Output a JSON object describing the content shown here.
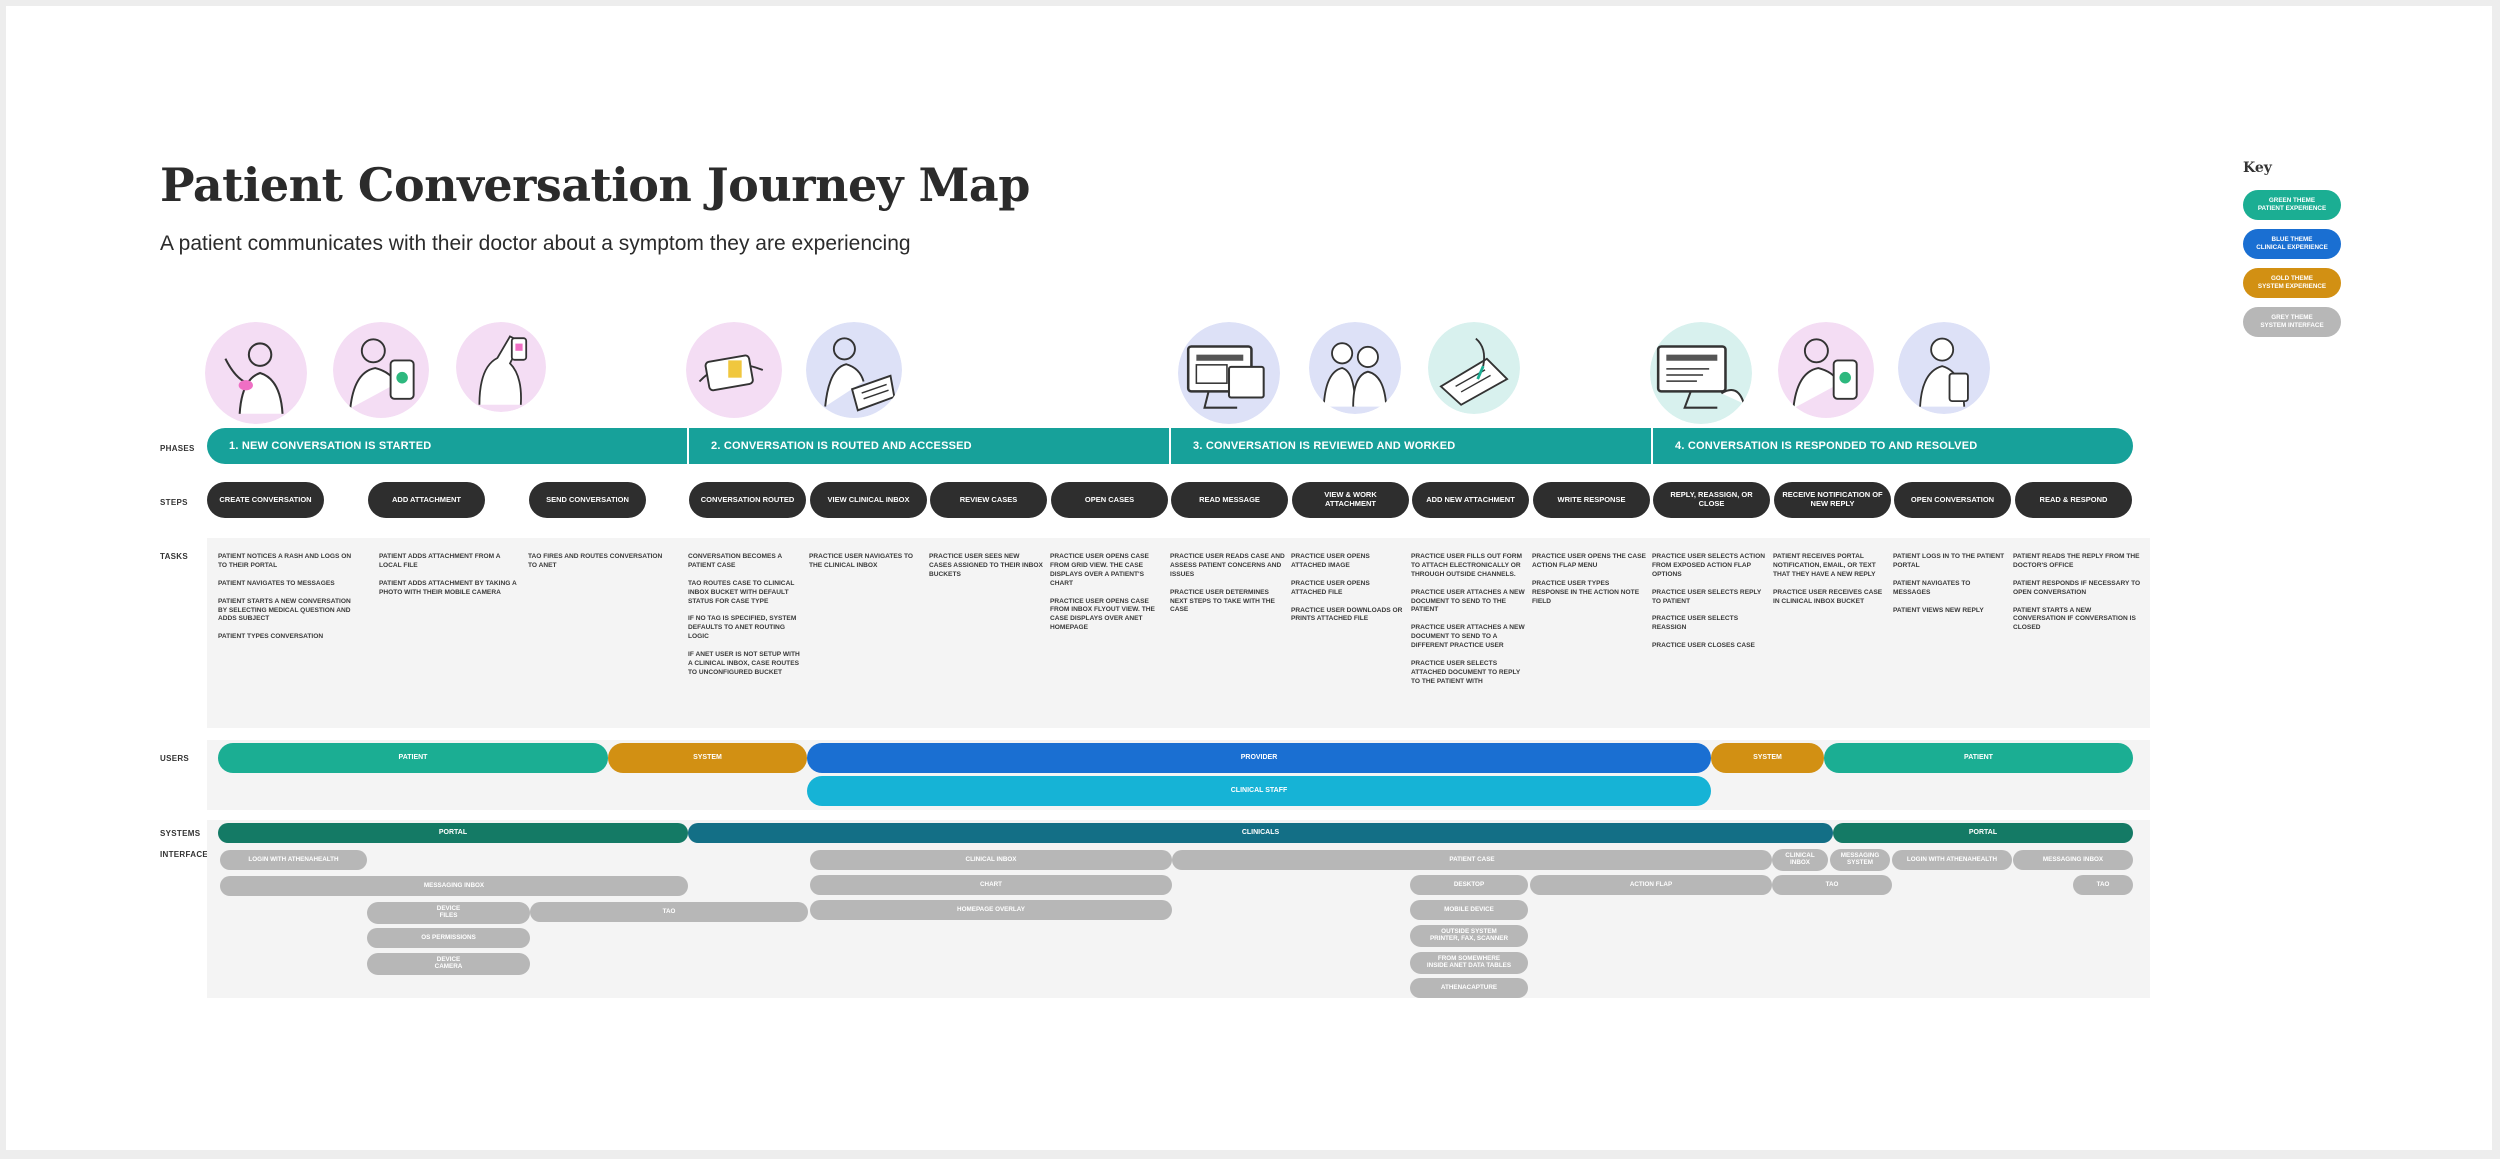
{
  "title": "Patient Conversation Journey Map",
  "subtitle": "A patient communicates with their doctor about a symptom they are experiencing",
  "colors": {
    "green": "#1bae93",
    "dark_green": "#147a65",
    "teal_phase": "#17a19a",
    "blue": "#1a6fd2",
    "light_blue": "#16b3d6",
    "gold": "#d29013",
    "grey": "#b7b7b7",
    "dark_teal": "#136f86",
    "step": "#2e2e2e"
  },
  "row_labels": {
    "phases": "PHASES",
    "steps": "STEPS",
    "tasks": "TASKS",
    "users": "USERS",
    "systems": "SYSTEMS",
    "interfaces": "INTERFACES"
  },
  "key": {
    "title": "Key",
    "items": [
      {
        "label": "GREEN THEME\nPATIENT EXPERIENCE",
        "color": "#1bae93"
      },
      {
        "label": "BLUE THEME\nCLINICAL EXPERIENCE",
        "color": "#1a6fd2"
      },
      {
        "label": "GOLD THEME\nSYSTEM EXPERIENCE",
        "color": "#d29013"
      },
      {
        "label": "GREY THEME\nSYSTEM INTERFACE",
        "color": "#b7b7b7"
      }
    ]
  },
  "icons": [
    {
      "name": "patient-rash-icon",
      "theme": "pink"
    },
    {
      "name": "patient-photo-icon",
      "theme": "pink"
    },
    {
      "name": "patient-send-icon",
      "theme": "pink"
    },
    {
      "name": "routing-tag-icon",
      "theme": "pink"
    },
    {
      "name": "clinical-inbox-laptop-icon",
      "theme": "blue"
    },
    {
      "name": "desktop-case-icon",
      "theme": "blue"
    },
    {
      "name": "clinicians-icon",
      "theme": "blue"
    },
    {
      "name": "writing-note-icon",
      "theme": "green"
    },
    {
      "name": "desktop-reply-icon",
      "theme": "green"
    },
    {
      "name": "patient-notification-icon",
      "theme": "pink"
    },
    {
      "name": "patient-reading-icon",
      "theme": "blue"
    }
  ],
  "phases": [
    "1. NEW CONVERSATION IS STARTED",
    "2. CONVERSATION IS ROUTED AND ACCESSED",
    "3. CONVERSATION IS REVIEWED AND WORKED",
    "4. CONVERSATION IS RESPONDED TO AND RESOLVED"
  ],
  "steps": [
    "CREATE CONVERSATION",
    "ADD ATTACHMENT",
    "SEND CONVERSATION",
    "CONVERSATION ROUTED",
    "VIEW CLINICAL INBOX",
    "REVIEW CASES",
    "OPEN CASES",
    "READ MESSAGE",
    "VIEW & WORK ATTACHMENT",
    "ADD NEW ATTACHMENT",
    "WRITE RESPONSE",
    "REPLY, REASSIGN, OR CLOSE",
    "RECEIVE NOTIFICATION OF NEW REPLY",
    "OPEN CONVERSATION",
    "READ & RESPOND"
  ],
  "tasks": [
    [
      "PATIENT NOTICES A RASH AND LOGS ON TO THEIR PORTAL",
      "PATIENT NAVIGATES TO MESSAGES",
      "PATIENT STARTS A NEW CONVERSATION BY SELECTING MEDICAL QUESTION AND ADDS SUBJECT",
      "PATIENT TYPES CONVERSATION"
    ],
    [
      "PATIENT ADDS ATTACHMENT FROM A LOCAL FILE",
      "PATIENT ADDS ATTACHMENT BY TAKING A PHOTO WITH THEIR MOBILE CAMERA"
    ],
    [
      "TAO FIRES AND ROUTES CONVERSATION TO ANET"
    ],
    [
      "CONVERSATION BECOMES A PATIENT CASE",
      "TAO ROUTES CASE TO CLINICAL INBOX BUCKET WITH DEFAULT STATUS FOR CASE TYPE",
      "IF NO TAG IS SPECIFIED, SYSTEM DEFAULTS TO ANET ROUTING LOGIC",
      "IF ANET USER IS NOT SETUP WITH A CLINICAL INBOX, CASE ROUTES TO UNCONFIGURED BUCKET"
    ],
    [
      "PRACTICE USER NAVIGATES TO THE CLINICAL INBOX"
    ],
    [
      "PRACTICE USER SEES NEW CASES ASSIGNED TO THEIR INBOX BUCKETS"
    ],
    [
      "PRACTICE USER OPENS CASE FROM GRID VIEW. THE CASE DISPLAYS OVER A PATIENT'S CHART",
      "PRACTICE USER OPENS CASE FROM INBOX FLYOUT VIEW. THE CASE DISPLAYS OVER ANET HOMEPAGE"
    ],
    [
      "PRACTICE USER READS CASE AND ASSESS PATIENT CONCERNS AND ISSUES",
      "PRACTICE USER DETERMINES NEXT STEPS TO TAKE WITH THE CASE"
    ],
    [
      "PRACTICE USER OPENS ATTACHED IMAGE",
      "PRACTICE USER OPENS ATTACHED FILE",
      "PRACTICE USER DOWNLOADS OR PRINTS ATTACHED FILE"
    ],
    [
      "PRACTICE USER FILLS OUT FORM TO ATTACH ELECTRONICALLY OR THROUGH OUTSIDE CHANNELS.",
      "PRACTICE USER ATTACHES A NEW DOCUMENT TO SEND TO THE PATIENT",
      "PRACTICE USER ATTACHES A NEW DOCUMENT TO SEND TO A DIFFERENT PRACTICE USER",
      "PRACTICE USER SELECTS ATTACHED DOCUMENT TO REPLY TO THE PATIENT WITH"
    ],
    [
      "PRACTICE USER OPENS THE CASE ACTION FLAP MENU",
      "PRACTICE USER TYPES RESPONSE IN THE ACTION NOTE FIELD"
    ],
    [
      "PRACTICE USER SELECTS ACTION FROM EXPOSED ACTION FLAP OPTIONS",
      "PRACTICE USER SELECTS REPLY TO PATIENT",
      "PRACTICE USER SELECTS REASSIGN",
      "PRACTICE USER CLOSES CASE"
    ],
    [
      "PATIENT RECEIVES PORTAL NOTIFICATION, EMAIL, OR TEXT THAT THEY HAVE A NEW REPLY",
      "PRACTICE USER RECEIVES CASE IN CLINICAL INBOX BUCKET"
    ],
    [
      "PATIENT LOGS IN TO THE PATIENT PORTAL",
      "PATIENT NAVIGATES TO MESSAGES",
      "PATIENT VIEWS NEW REPLY"
    ],
    [
      "PATIENT READS THE REPLY FROM THE DOCTOR'S OFFICE",
      "PATIENT RESPONDS IF NECESSARY TO OPEN CONVERSATION",
      "PATIENT STARTS A NEW CONVERSATION IF CONVERSATION IS CLOSED"
    ]
  ],
  "users": [
    {
      "label": "PATIENT",
      "color": "#1bae93"
    },
    {
      "label": "SYSTEM",
      "color": "#d29013"
    },
    {
      "label": "PROVIDER",
      "color": "#1a6fd2"
    },
    {
      "label": "SYSTEM",
      "color": "#d29013"
    },
    {
      "label": "PATIENT",
      "color": "#1bae93"
    },
    {
      "label": "CLINICAL STAFF",
      "color": "#16b3d6"
    }
  ],
  "systems": [
    {
      "label": "PORTAL",
      "color": "#147a65"
    },
    {
      "label": "CLINICALS",
      "color": "#136f86"
    },
    {
      "label": "PORTAL",
      "color": "#147a65"
    }
  ],
  "interfaces": [
    "LOGIN WITH ATHENAHEALTH",
    "MESSAGING INBOX",
    "DEVICE\nFILES",
    "TAO",
    "OS PERMISSIONS",
    "DEVICE\nCAMERA",
    "CLINICAL INBOX",
    "CHART",
    "HOMEPAGE OVERLAY",
    "PATIENT CASE",
    "DESKTOP",
    "ACTION FLAP",
    "MOBILE DEVICE",
    "OUTSIDE SYSTEM\nPRINTER, FAX, SCANNER",
    "FROM SOMEWHERE\nINSIDE ANET DATA TABLES",
    "ATHENACAPTURE",
    "CLINICAL\nINBOX",
    "MESSAGING\nSYSTEM",
    "LOGIN WITH ATHENAHEALTH",
    "MESSAGING INBOX",
    "TAO",
    "TAO"
  ]
}
